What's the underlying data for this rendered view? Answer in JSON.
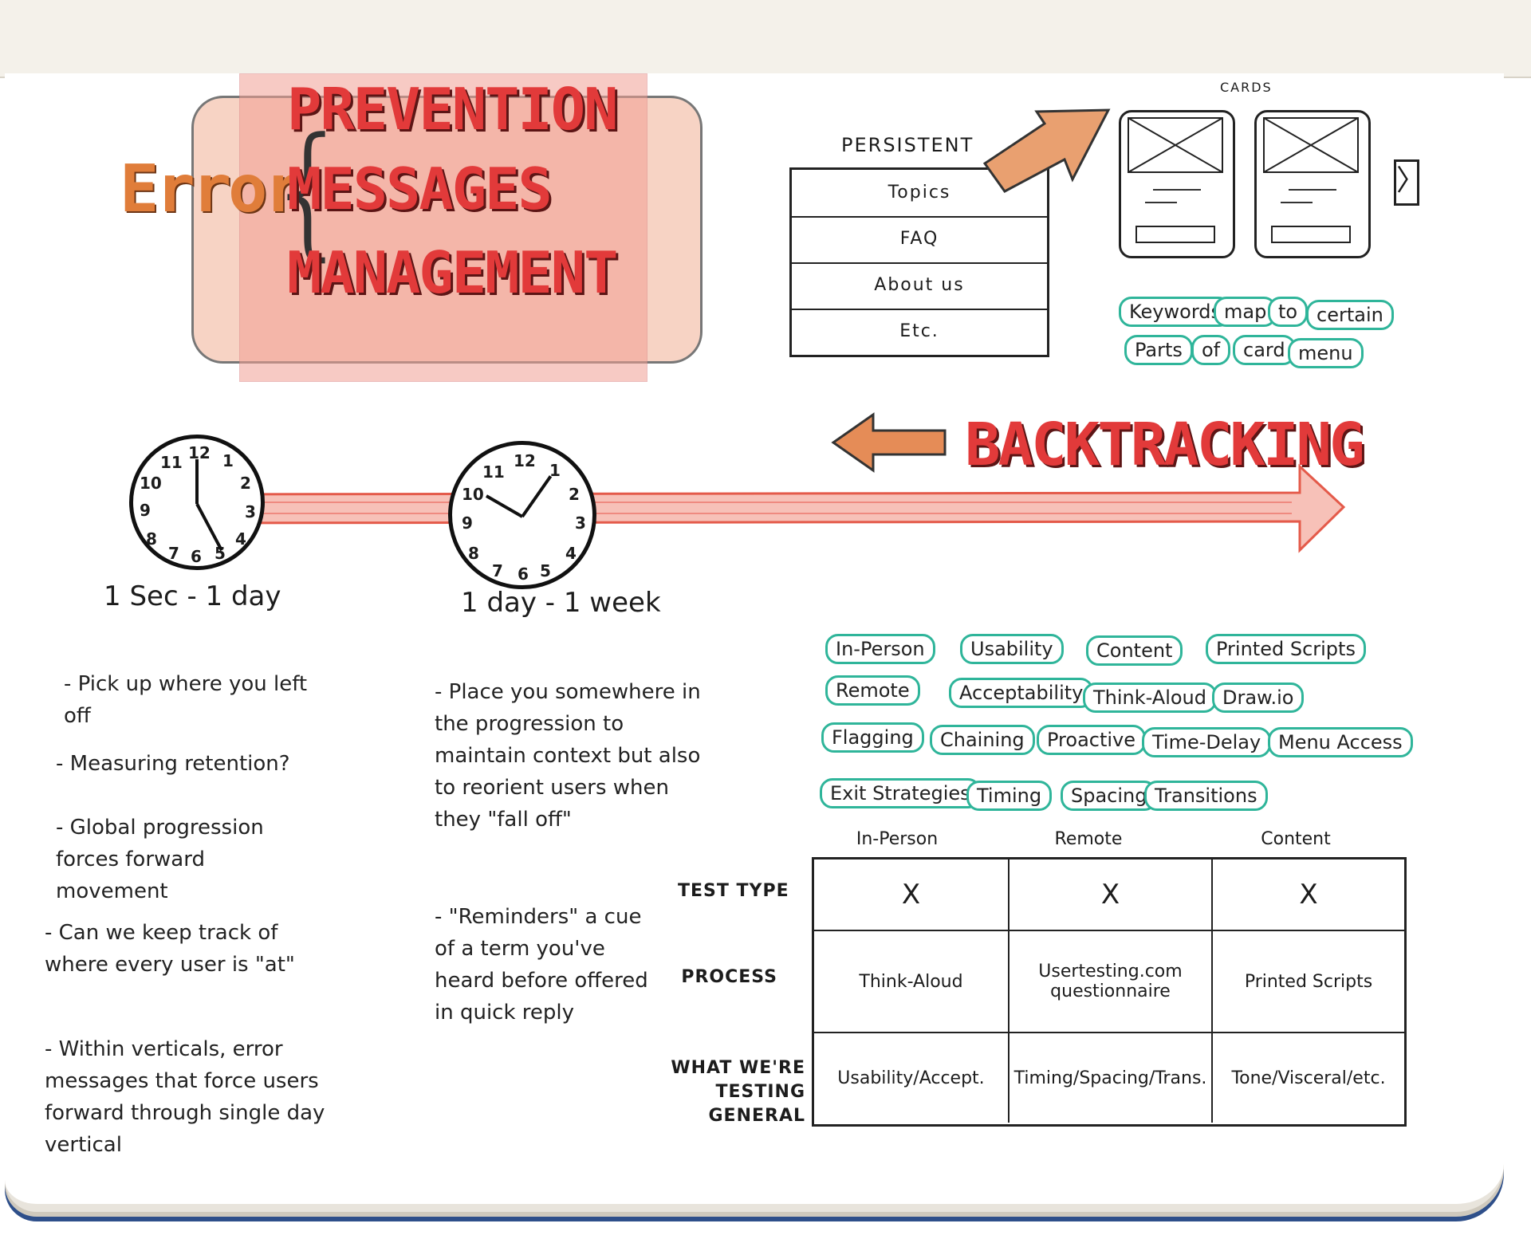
{
  "title": {
    "error": "Error",
    "lines": [
      "PREVENTION",
      "MESSAGES",
      "MANAGEMENT"
    ]
  },
  "persistent": {
    "label": "PERSISTENT",
    "items": [
      "Topics",
      "FAQ",
      "About us",
      "Etc."
    ]
  },
  "cards": {
    "label": "CARDS",
    "next_glyph": "〉"
  },
  "card_tags": [
    "Keywords",
    "map",
    "to",
    "certain",
    "Parts",
    "of",
    "card",
    "menu"
  ],
  "backtracking": "BACKTRACKING",
  "timeline": [
    {
      "caption": "1 Sec - 1 day",
      "notes": [
        "- Pick up where you left off",
        "- Measuring retention?",
        "- Global progression forces forward movement",
        "- Can we keep track of where every user is \"at\"",
        "- Within verticals, error messages that force users forward through single day vertical"
      ]
    },
    {
      "caption": "1 day - 1 week",
      "notes": [
        "- Place you somewhere in the progression to maintain context but also to reorient users when they \"fall off\"",
        "- \"Reminders\" a cue of a term you've heard before offered in quick reply"
      ]
    }
  ],
  "test_tags": [
    "In-Person",
    "Usability",
    "Content",
    "Printed Scripts",
    "Remote",
    "Acceptability",
    "Think-Aloud",
    "Draw.io",
    "Flagging",
    "Chaining",
    "Proactive",
    "Time-Delay",
    "Menu Access",
    "Exit Strategies",
    "Timing",
    "Spacing",
    "Transitions"
  ],
  "matrix": {
    "columns": [
      "In-Person",
      "Remote",
      "Content"
    ],
    "rows": [
      {
        "label": "TEST TYPE",
        "cells": [
          "X",
          "X",
          "X"
        ]
      },
      {
        "label": "PROCESS",
        "cells": [
          "Think-Aloud",
          "Usertesting.com questionnaire",
          "Printed Scripts"
        ]
      },
      {
        "label": "WHAT WE'RE TESTING GENERAL",
        "cells": [
          "Usability/Accept.",
          "Timing/Spacing/Trans.",
          "Tone/Visceral/etc."
        ]
      }
    ]
  },
  "colors": {
    "title_red": "#e23a3a",
    "error_orange": "#e07d3a",
    "tag_teal": "#2fb59a",
    "timeline_pink": "#f4a8a0"
  }
}
